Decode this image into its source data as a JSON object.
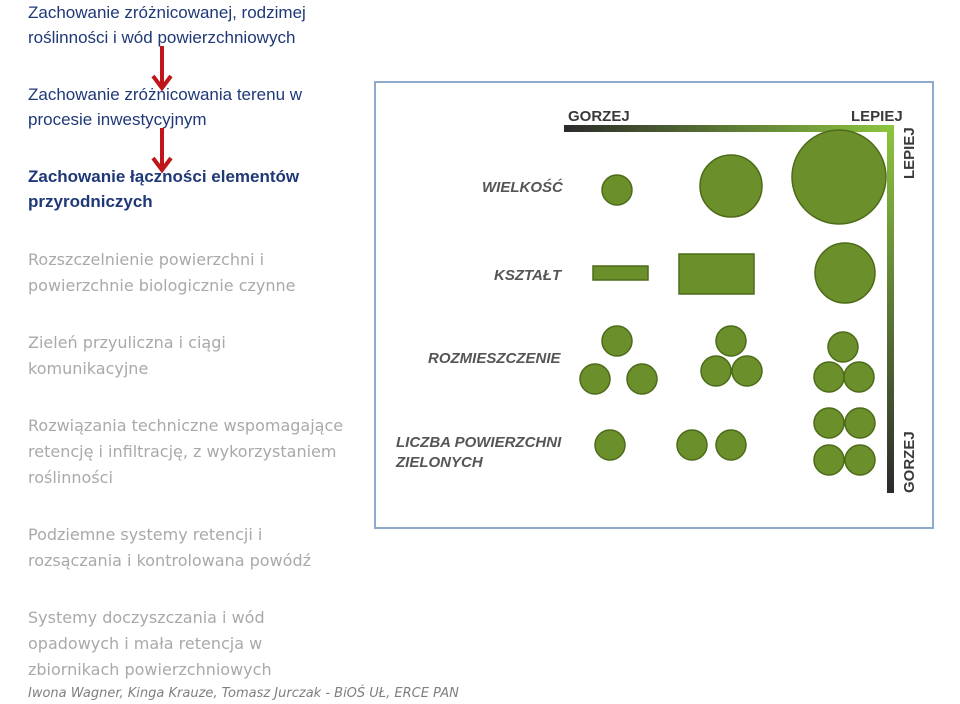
{
  "left_list": {
    "items": [
      {
        "text": "Zachowanie zróżnicowanej, rodzimej roślinności i wód powierzchniowych"
      },
      {
        "text": "Zachowanie zróżnicowania terenu w procesie inwestycyjnym"
      },
      {
        "text": "Zachowanie łączności elementów przyrodniczych"
      },
      {
        "text": "Rozszczelnienie powierzchni i powierzchnie biologicznie czynne"
      },
      {
        "text": "Zieleń przyuliczna i ciągi komunikacyjne"
      },
      {
        "text": "Rozwiązania techniczne wspomagające retencję i infiltrację, z wykorzystaniem roślinności"
      },
      {
        "text": "Podziemne systemy retencji i rozsączania i kontrolowana powódź"
      },
      {
        "text": "Systemy doczyszczania i wód opadowych i mała retencja w zbiornikach powierzchniowych"
      }
    ]
  },
  "arrows": {
    "color": "#c0161b"
  },
  "diagram": {
    "top_left_label": "GORZEJ",
    "top_right_label": "LEPIEJ",
    "right_top_label": "LEPIEJ",
    "right_bottom_label": "GORZEJ",
    "rows": {
      "size": "WIELKOŚĆ",
      "shape": "KSZTAŁT",
      "distribution": "ROZMIESZCZENIE",
      "count_line1": "LICZBA POWIERZCHNI",
      "count_line2": "ZIELONYCH"
    },
    "colors": {
      "green_fill": "#6b8f2a",
      "green_stroke": "#4d6b1a",
      "dark": "#333333",
      "light_green": "#8dc63f"
    }
  },
  "footer": {
    "text": "Iwona Wagner, Kinga Krauze, Tomasz Jurczak - BiOŚ UŁ, ERCE PAN"
  }
}
